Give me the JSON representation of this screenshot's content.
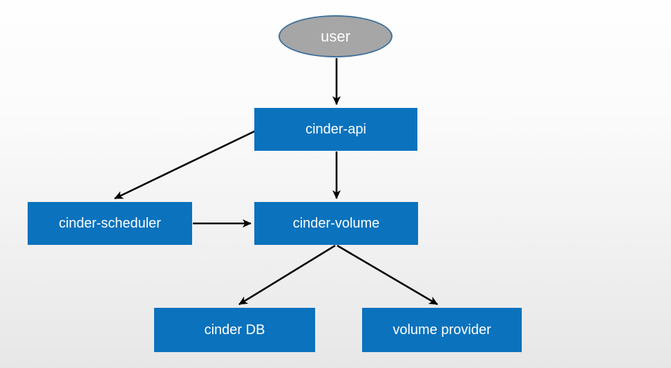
{
  "diagram": {
    "type": "architecture-flow-diagram",
    "subject": "cinder block storage service",
    "colors": {
      "box_fill": "#0b72bd",
      "box_text": "#ffffff",
      "ellipse_fill": "#a6a6a6",
      "ellipse_border": "#41719c",
      "ellipse_text": "#ffffff",
      "arrow": "#000000",
      "background_top": "#fefefe",
      "background_bottom": "#e7e7e7"
    },
    "nodes": {
      "user": {
        "label": "user",
        "shape": "ellipse"
      },
      "cinder_api": {
        "label": "cinder-api",
        "shape": "rect"
      },
      "cinder_scheduler": {
        "label": "cinder-scheduler",
        "shape": "rect"
      },
      "cinder_volume": {
        "label": "cinder-volume",
        "shape": "rect"
      },
      "cinder_db": {
        "label": "cinder DB",
        "shape": "rect"
      },
      "volume_provider": {
        "label": "volume provider",
        "shape": "rect"
      }
    },
    "edges": [
      {
        "from": "user",
        "to": "cinder-api",
        "direction": "down"
      },
      {
        "from": "cinder-api",
        "to": "cinder-scheduler",
        "direction": "down-left"
      },
      {
        "from": "cinder-api",
        "to": "cinder-volume",
        "direction": "down"
      },
      {
        "from": "cinder-scheduler",
        "to": "cinder-volume",
        "direction": "right"
      },
      {
        "from": "cinder-volume",
        "to": "cinder DB",
        "direction": "down-left"
      },
      {
        "from": "cinder-volume",
        "to": "volume provider",
        "direction": "down-right"
      }
    ]
  }
}
